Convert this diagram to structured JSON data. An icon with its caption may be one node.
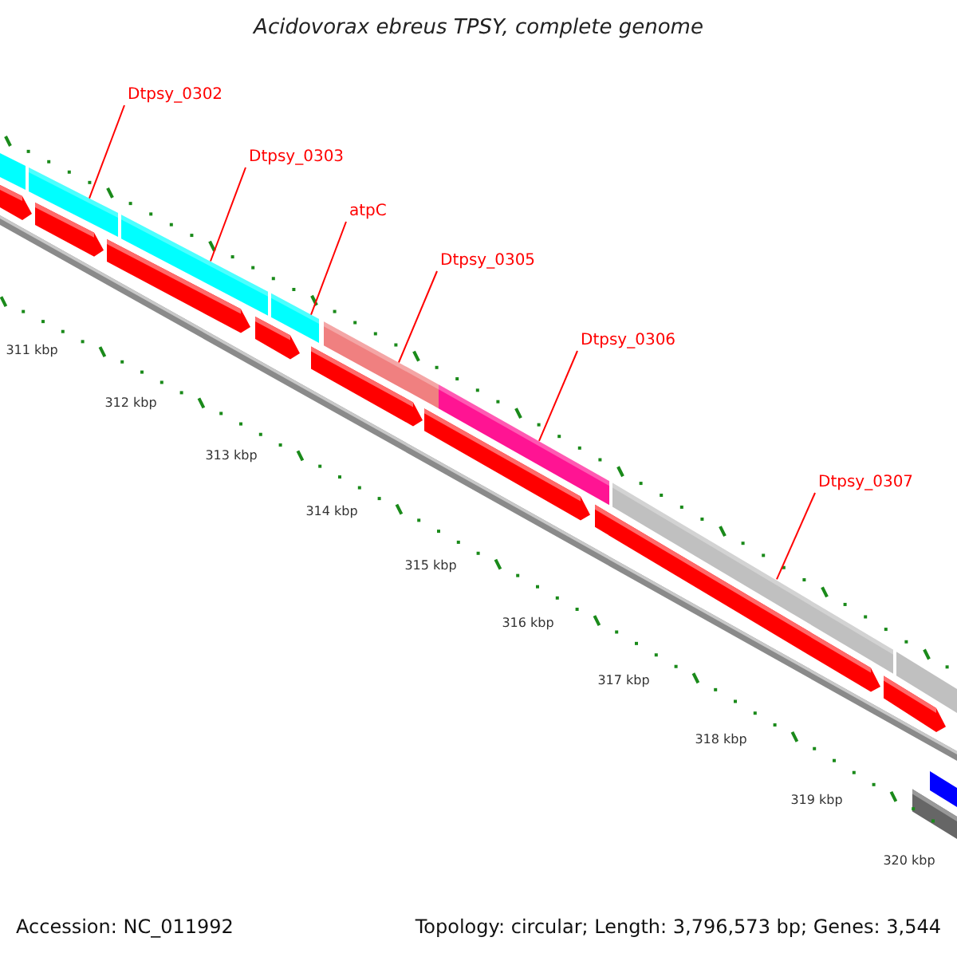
{
  "diagram": {
    "title": "Acidovorax ebreus TPSY, complete genome",
    "nodes": [
      {
        "text": [
          "Dtpsy_0302"
        ]
      },
      {
        "text": [
          "Dtpsy_0303"
        ]
      },
      {
        "text": [
          "atpC"
        ]
      },
      {
        "text": [
          "Dtpsy_0305"
        ]
      },
      {
        "text": [
          "Dtpsy_0306"
        ]
      },
      {
        "text": [
          "Dtpsy_0307"
        ]
      },
      {
        "text": [],
        "shape": "bar"
      },
      {
        "text": [],
        "shape": "bar"
      },
      {
        "text": [],
        "shape": "bar"
      },
      {
        "text": [],
        "shape": "bar"
      },
      {
        "text": [],
        "shape": "bar"
      },
      {
        "text": [],
        "shape": "bar"
      }
    ],
    "edges": [
      {
        "from": 0,
        "to": 6,
        "arrow": "none"
      },
      {
        "from": 1,
        "to": 7,
        "arrow": "none"
      },
      {
        "from": 2,
        "to": 8,
        "arrow": "none"
      },
      {
        "from": 3,
        "to": 9,
        "arrow": "none"
      },
      {
        "from": 4,
        "to": 10,
        "arrow": "none"
      },
      {
        "from": 5,
        "to": 11,
        "arrow": "none"
      }
    ],
    "labels": [
      "311 kbp",
      "312 kbp",
      "313 kbp",
      "314 kbp",
      "315 kbp",
      "316 kbp",
      "317 kbp",
      "318 kbp",
      "319 kbp",
      "320 kbp",
      "Accession: NC_011992",
      "Topology: circular; Length: 3,796,573 bp; Genes: 3,544"
    ]
  }
}
